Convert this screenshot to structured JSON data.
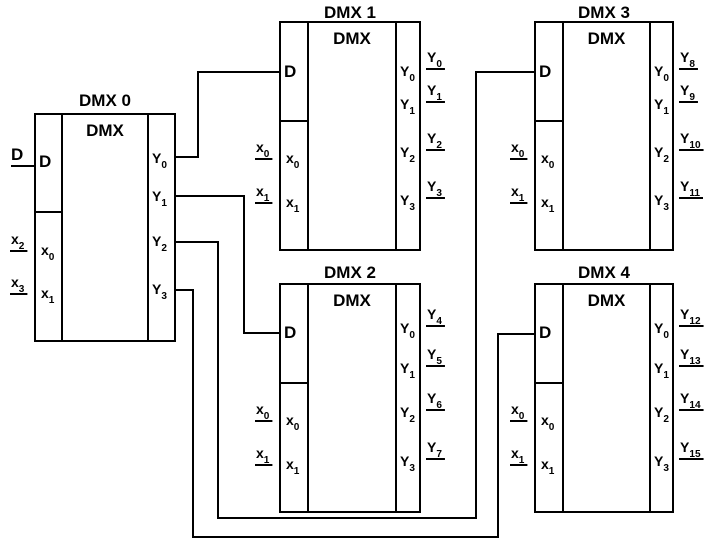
{
  "demux": [
    {
      "title": "DMX 0",
      "header": "DMX",
      "data_input": "D",
      "select_inputs": [
        {
          "main": "x",
          "sub": "0"
        },
        {
          "main": "x",
          "sub": "1"
        }
      ],
      "outputs": [
        {
          "main": "Y",
          "sub": "0"
        },
        {
          "main": "Y",
          "sub": "1"
        },
        {
          "main": "Y",
          "sub": "2"
        },
        {
          "main": "Y",
          "sub": "3"
        }
      ],
      "external_select": [
        {
          "main": "x",
          "sub": "2"
        },
        {
          "main": "x",
          "sub": "3"
        }
      ],
      "external_data": "D",
      "external_outputs": []
    },
    {
      "title": "DMX 1",
      "header": "DMX",
      "data_input": "D",
      "select_inputs": [
        {
          "main": "x",
          "sub": "0"
        },
        {
          "main": "x",
          "sub": "1"
        }
      ],
      "outputs": [
        {
          "main": "Y",
          "sub": "0"
        },
        {
          "main": "Y",
          "sub": "1"
        },
        {
          "main": "Y",
          "sub": "2"
        },
        {
          "main": "Y",
          "sub": "3"
        }
      ],
      "external_select": [
        {
          "main": "x",
          "sub": "0"
        },
        {
          "main": "x",
          "sub": "1"
        }
      ],
      "external_outputs": [
        {
          "main": "Y",
          "sub": "0"
        },
        {
          "main": "Y",
          "sub": "1"
        },
        {
          "main": "Y",
          "sub": "2"
        },
        {
          "main": "Y",
          "sub": "3"
        }
      ]
    },
    {
      "title": "DMX 2",
      "header": "DMX",
      "data_input": "D",
      "select_inputs": [
        {
          "main": "x",
          "sub": "0"
        },
        {
          "main": "x",
          "sub": "1"
        }
      ],
      "outputs": [
        {
          "main": "Y",
          "sub": "0"
        },
        {
          "main": "Y",
          "sub": "1"
        },
        {
          "main": "Y",
          "sub": "2"
        },
        {
          "main": "Y",
          "sub": "3"
        }
      ],
      "external_select": [
        {
          "main": "x",
          "sub": "0"
        },
        {
          "main": "x",
          "sub": "1"
        }
      ],
      "external_outputs": [
        {
          "main": "Y",
          "sub": "4"
        },
        {
          "main": "Y",
          "sub": "5"
        },
        {
          "main": "Y",
          "sub": "6"
        },
        {
          "main": "Y",
          "sub": "7"
        }
      ]
    },
    {
      "title": "DMX 3",
      "header": "DMX",
      "data_input": "D",
      "select_inputs": [
        {
          "main": "x",
          "sub": "0"
        },
        {
          "main": "x",
          "sub": "1"
        }
      ],
      "outputs": [
        {
          "main": "Y",
          "sub": "0"
        },
        {
          "main": "Y",
          "sub": "1"
        },
        {
          "main": "Y",
          "sub": "2"
        },
        {
          "main": "Y",
          "sub": "3"
        }
      ],
      "external_select": [
        {
          "main": "x",
          "sub": "0"
        },
        {
          "main": "x",
          "sub": "1"
        }
      ],
      "external_outputs": [
        {
          "main": "Y",
          "sub": "8"
        },
        {
          "main": "Y",
          "sub": "9"
        },
        {
          "main": "Y",
          "sub": "10"
        },
        {
          "main": "Y",
          "sub": "11"
        }
      ]
    },
    {
      "title": "DMX 4",
      "header": "DMX",
      "data_input": "D",
      "select_inputs": [
        {
          "main": "x",
          "sub": "0"
        },
        {
          "main": "x",
          "sub": "1"
        }
      ],
      "outputs": [
        {
          "main": "Y",
          "sub": "0"
        },
        {
          "main": "Y",
          "sub": "1"
        },
        {
          "main": "Y",
          "sub": "2"
        },
        {
          "main": "Y",
          "sub": "3"
        }
      ],
      "external_select": [
        {
          "main": "x",
          "sub": "0"
        },
        {
          "main": "x",
          "sub": "1"
        }
      ],
      "external_outputs": [
        {
          "main": "Y",
          "sub": "12"
        },
        {
          "main": "Y",
          "sub": "13"
        },
        {
          "main": "Y",
          "sub": "14"
        },
        {
          "main": "Y",
          "sub": "15"
        }
      ]
    }
  ]
}
